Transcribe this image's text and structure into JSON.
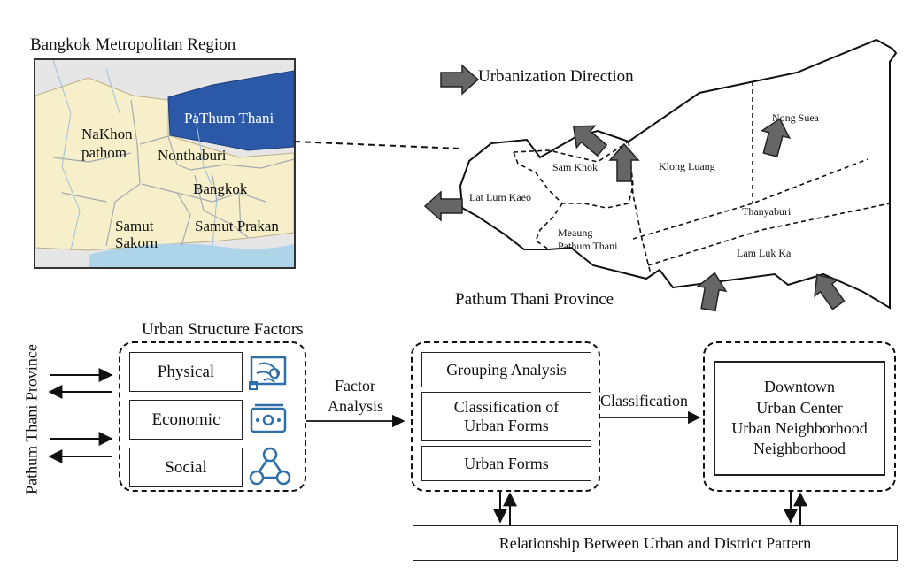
{
  "bmr_map": {
    "title": "Bangkok Metropolitan Region",
    "provinces": {
      "pathum": "PaThum Thani",
      "nakhon1": "NaKhon",
      "nakhon2": "pathom",
      "nonthaburi": "Nonthaburi",
      "bangkok": "Bangkok",
      "sakorn1": "Samut",
      "sakorn2": "Sakorn",
      "prakan": "Samut Prakan"
    }
  },
  "province_map": {
    "legend": "Urbanization Direction",
    "caption": "Pathum Thani Province",
    "districts": {
      "nong_suea": "Nong Suea",
      "sam_khok": "Sam Khok",
      "klong_luang": "Klong Luang",
      "lat_lum_kaeo": "Lat Lum Kaeo",
      "thanyaburi": "Thanyaburi",
      "meaung1": "Meaung",
      "meaung2": "Pathum Thani",
      "lam_luk_ka": "Lam Luk Ka"
    }
  },
  "flow": {
    "side_label": "Pathum Thani Province",
    "factors_title": "Urban Structure Factors",
    "factors": [
      "Physical",
      "Economic",
      "Social"
    ],
    "factor_analysis1": "Factor",
    "factor_analysis2": "Analysis",
    "methods": [
      "Grouping Analysis",
      "Classification of",
      "Urban Forms",
      "Urban Forms"
    ],
    "classification_label": "Classification",
    "classes": [
      "Downtown",
      "Urban Center",
      "Urban Neighborhood",
      "Neighborhood"
    ],
    "relationship": "Relationship Between Urban and District Pattern"
  }
}
